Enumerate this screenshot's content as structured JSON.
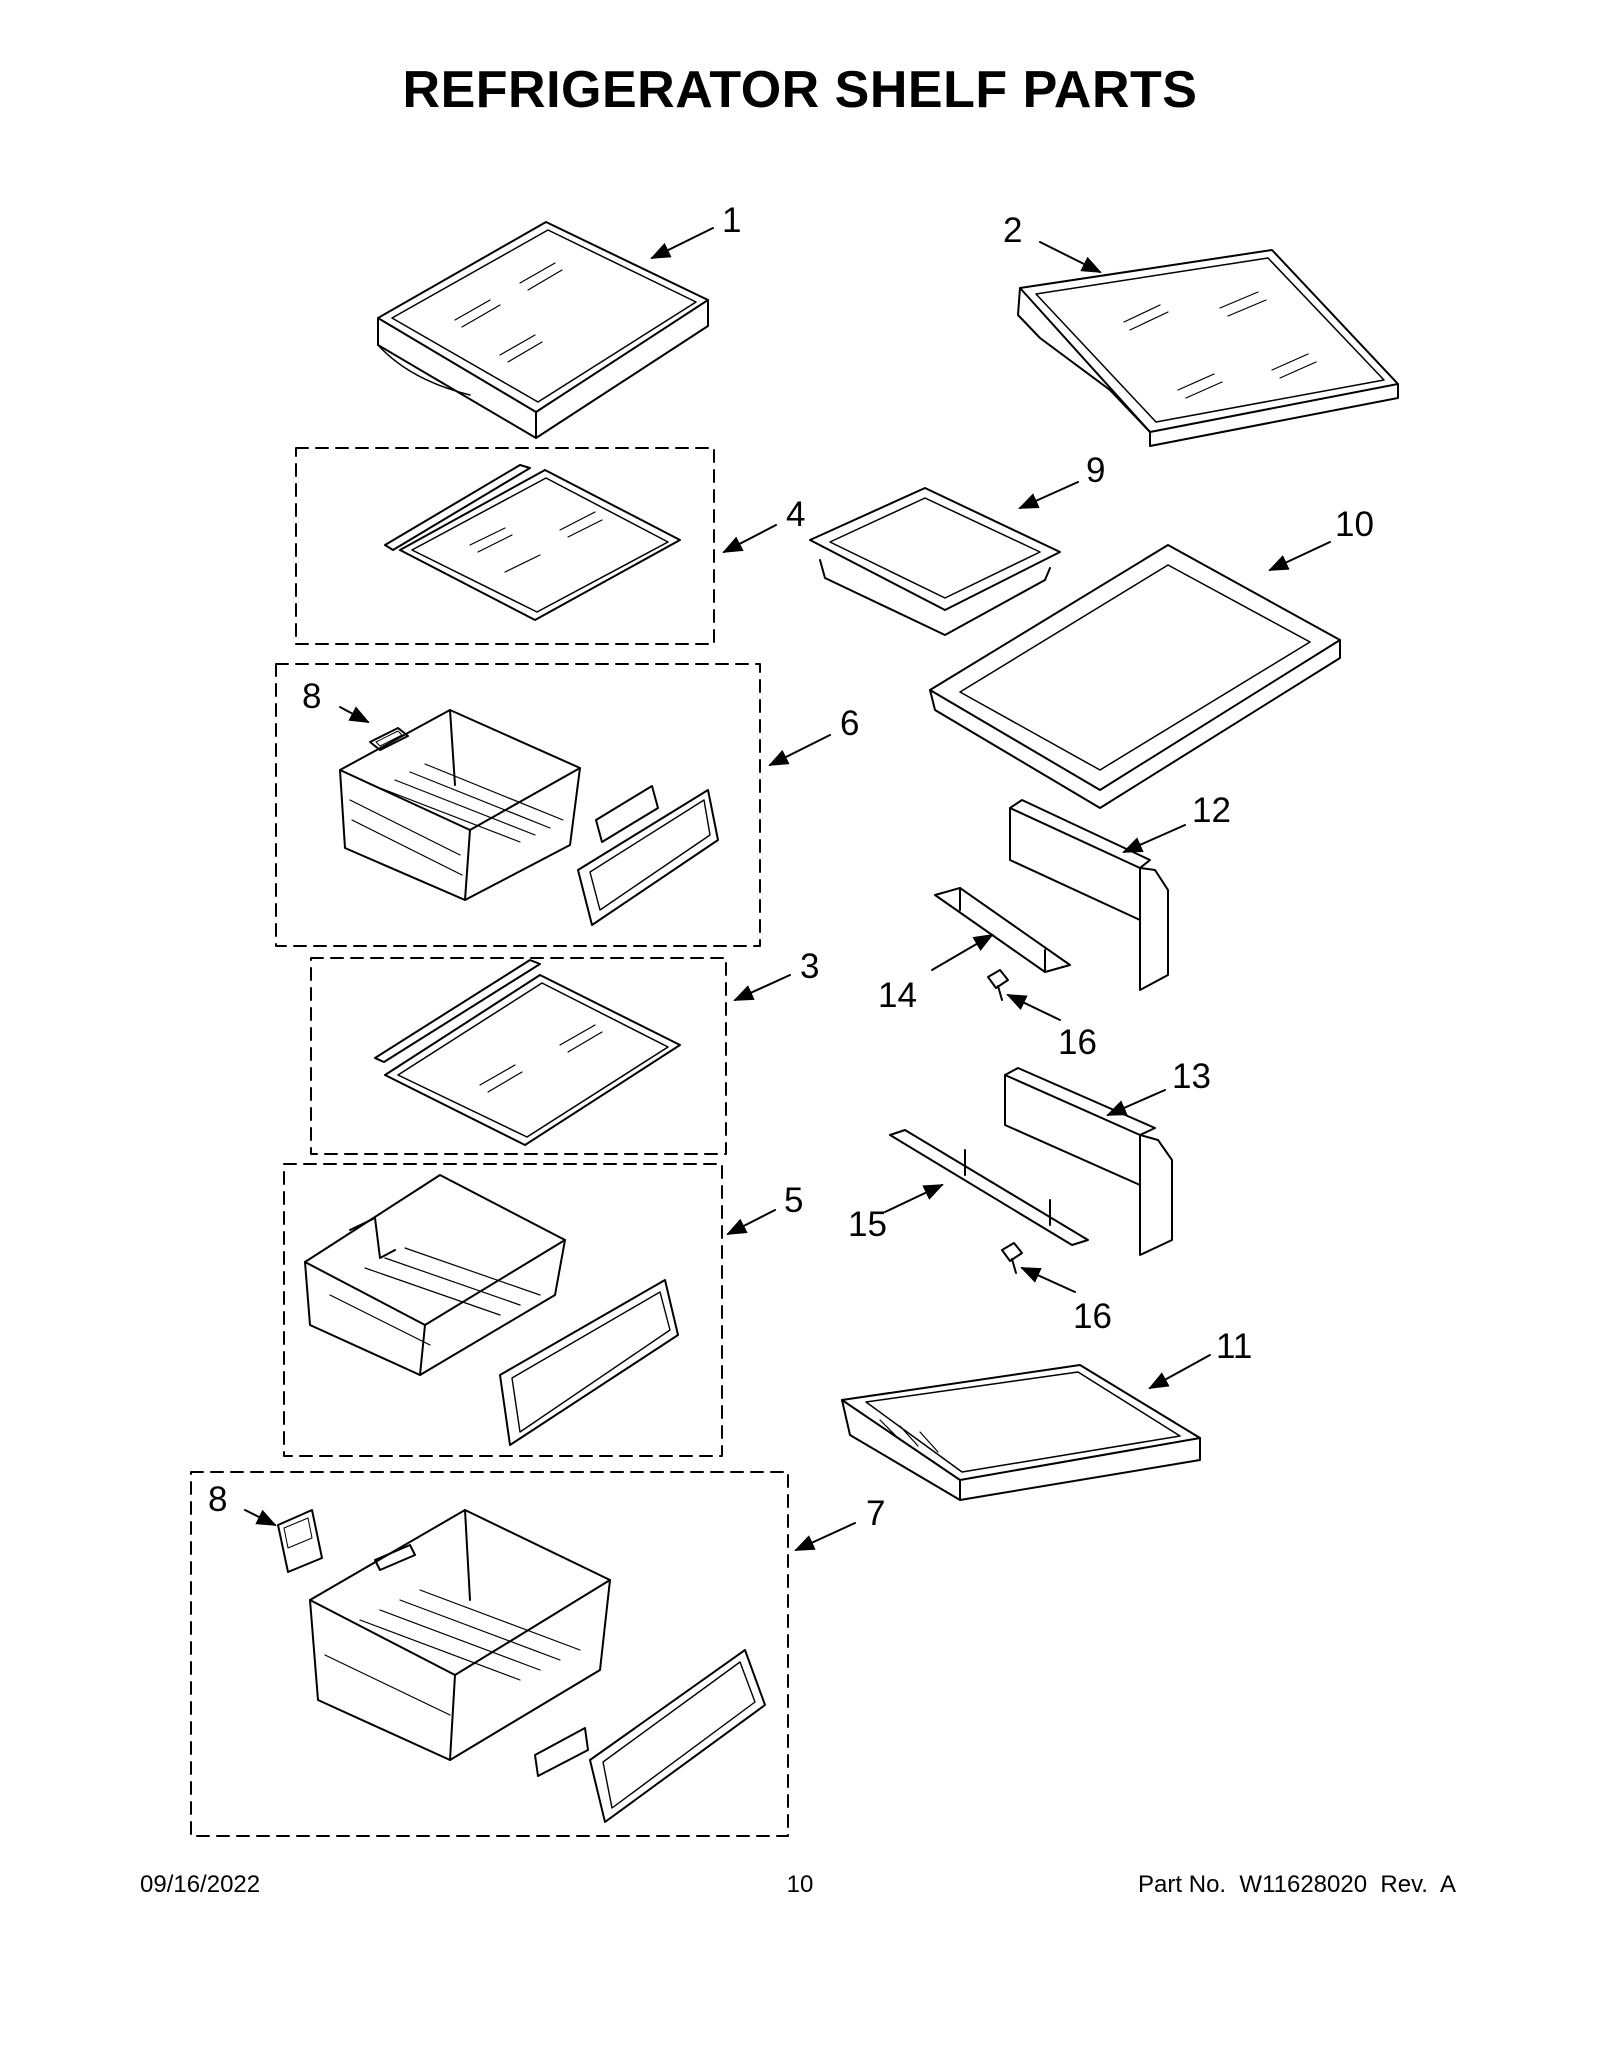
{
  "title": "REFRIGERATOR SHELF PARTS",
  "callouts": {
    "c1": "1",
    "c2": "2",
    "c3": "3",
    "c4": "4",
    "c5": "5",
    "c6": "6",
    "c7": "7",
    "c8a": "8",
    "c8b": "8",
    "c9": "9",
    "c10": "10",
    "c11": "11",
    "c12": "12",
    "c13": "13",
    "c14": "14",
    "c15": "15",
    "c16a": "16",
    "c16b": "16"
  },
  "footer": {
    "date": "09/16/2022",
    "page": "10",
    "part": "Part No.  W11628020  Rev.  A"
  }
}
